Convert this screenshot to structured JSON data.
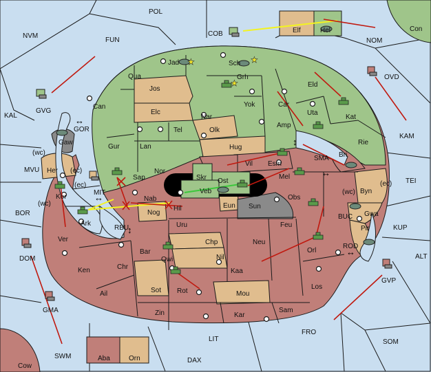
{
  "colors": {
    "sea": "#c9def0",
    "green": "#9fc58a",
    "tan": "#e0bd8e",
    "red": "#c07f79",
    "grey": "#8a8a8a",
    "move_arrow": "#c0190f",
    "support_yellow": "#f3f321",
    "support_green": "#3cc83c"
  },
  "sea_labels": {
    "POL": "POL",
    "NVM": "NVM",
    "FUN": "FUN",
    "COB": "COB",
    "NOM": "NOM",
    "OVD": "OVD",
    "KAL": "KAL",
    "GVG": "GVG",
    "KAM": "KAM",
    "MVU": "MVU",
    "TEI": "TEI",
    "BOR": "BOR",
    "MIT": "MIT",
    "SMA": "SMA",
    "GOR": "GOR",
    "RBU": "RBU",
    "BUC": "BUC",
    "KUP": "KUP",
    "ALT": "ALT",
    "ROD": "ROD",
    "DOM": "DOM",
    "GMA": "GMA",
    "GVP": "GVP",
    "FRO": "FRO",
    "SOM": "SOM",
    "LIT": "LIT",
    "SWM": "SWM",
    "DAX": "DAX"
  },
  "land_labels": {
    "Con": "Con",
    "Elf": "Elf",
    "Hel": "Hel",
    "Jad": "Jad",
    "Sch": "Sch",
    "Qua": "Qua",
    "Jos": "Jos",
    "Grh": "Grh",
    "Eld": "Eld",
    "Can": "Can",
    "Yok": "Yok",
    "Car": "Car",
    "Uta": "Uta",
    "Kat": "Kat",
    "Elc": "Elc",
    "Nar": "Nar",
    "Amp": "Amp",
    "Tel": "Tel",
    "Olk": "Olk",
    "Rie": "Rie",
    "Gur": "Gur",
    "Lan": "Lan",
    "Hug": "Hug",
    "Gaw": "Gaw",
    "Nor": "Nor",
    "Vil": "Vil",
    "Esm": "Esm",
    "Bri": "Bri",
    "Sap": "Sap",
    "Skr": "Skr",
    "Ost": "Ost",
    "Mel": "Mel",
    "Her": "Her",
    "Veb": "Veb",
    "Byn": "Byn",
    "Kor": "Kor",
    "Nab": "Nab",
    "Eun": "Eun",
    "Sun": "Sun",
    "Obs": "Obs",
    "Hil": "Hil",
    "Nog": "Nog",
    "Gwa": "Gwa",
    "Ark": "Ark",
    "Uru": "Uru",
    "Feu": "Feu",
    "Pir": "Pir",
    "Ver": "Ver",
    "Chp": "Chp",
    "Neu": "Neu",
    "Bar": "Bar",
    "Qwi": "Qwi",
    "Nil": "Nil",
    "Orl": "Orl",
    "Ken": "Ken",
    "Chr": "Chr",
    "Kaa": "Kaa",
    "Ail": "Ail",
    "Sot": "Sot",
    "Rot": "Rot",
    "Mou": "Mou",
    "Los": "Los",
    "Zin": "Zin",
    "Kar": "Kar",
    "Sam": "Sam",
    "Aba": "Aba",
    "Orn": "Orn",
    "Cow": "Cow"
  },
  "coast_tags": [
    "(wc)",
    "(ec)",
    "(ec)",
    "(wc)",
    "(wc)",
    "(ec)"
  ]
}
